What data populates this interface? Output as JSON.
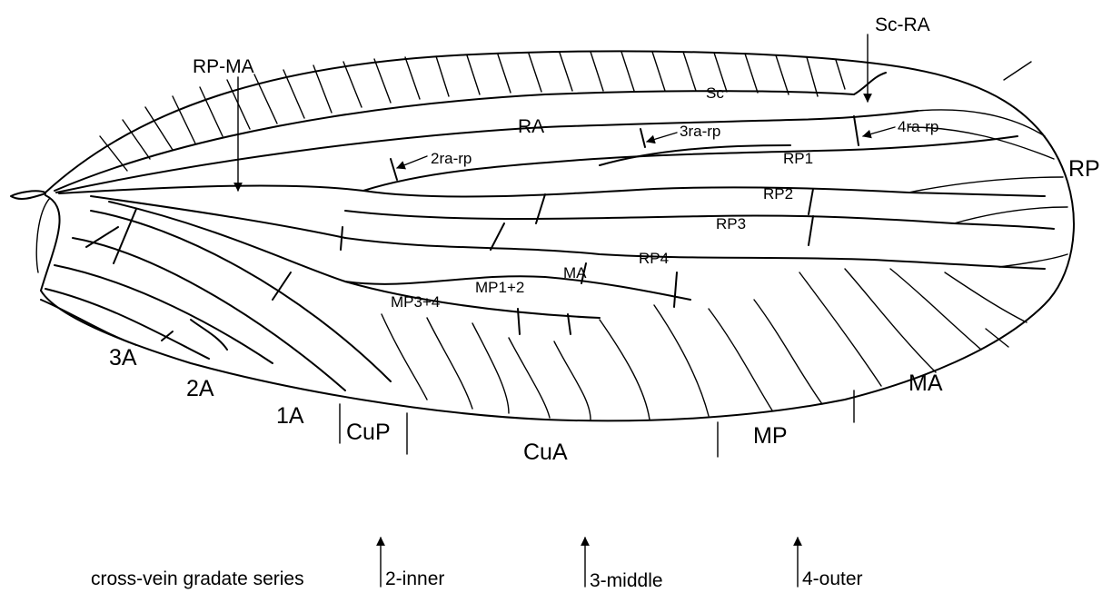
{
  "labels": {
    "sc_ra": "Sc-RA",
    "rp_ma": "RP-MA",
    "sc": "Sc",
    "ra": "RA",
    "r3ra_rp": "3ra-rp",
    "r4ra_rp": "4ra-rp",
    "r2ra_rp": "2ra-rp",
    "rp1": "RP1",
    "rp2": "RP2",
    "rp3": "RP3",
    "rp4": "RP4",
    "ma_inner": "MA",
    "mp1_2": "MP1+2",
    "mp3_4": "MP3+4",
    "rp": "RP",
    "ma": "MA",
    "a3": "3A",
    "a2": "2A",
    "a1": "1A",
    "cup": "CuP",
    "cua": "CuA",
    "mp": "MP"
  },
  "legend": {
    "title": "cross-vein gradate series",
    "inner": "2-inner",
    "middle": "3-middle",
    "outer": "4-outer"
  }
}
